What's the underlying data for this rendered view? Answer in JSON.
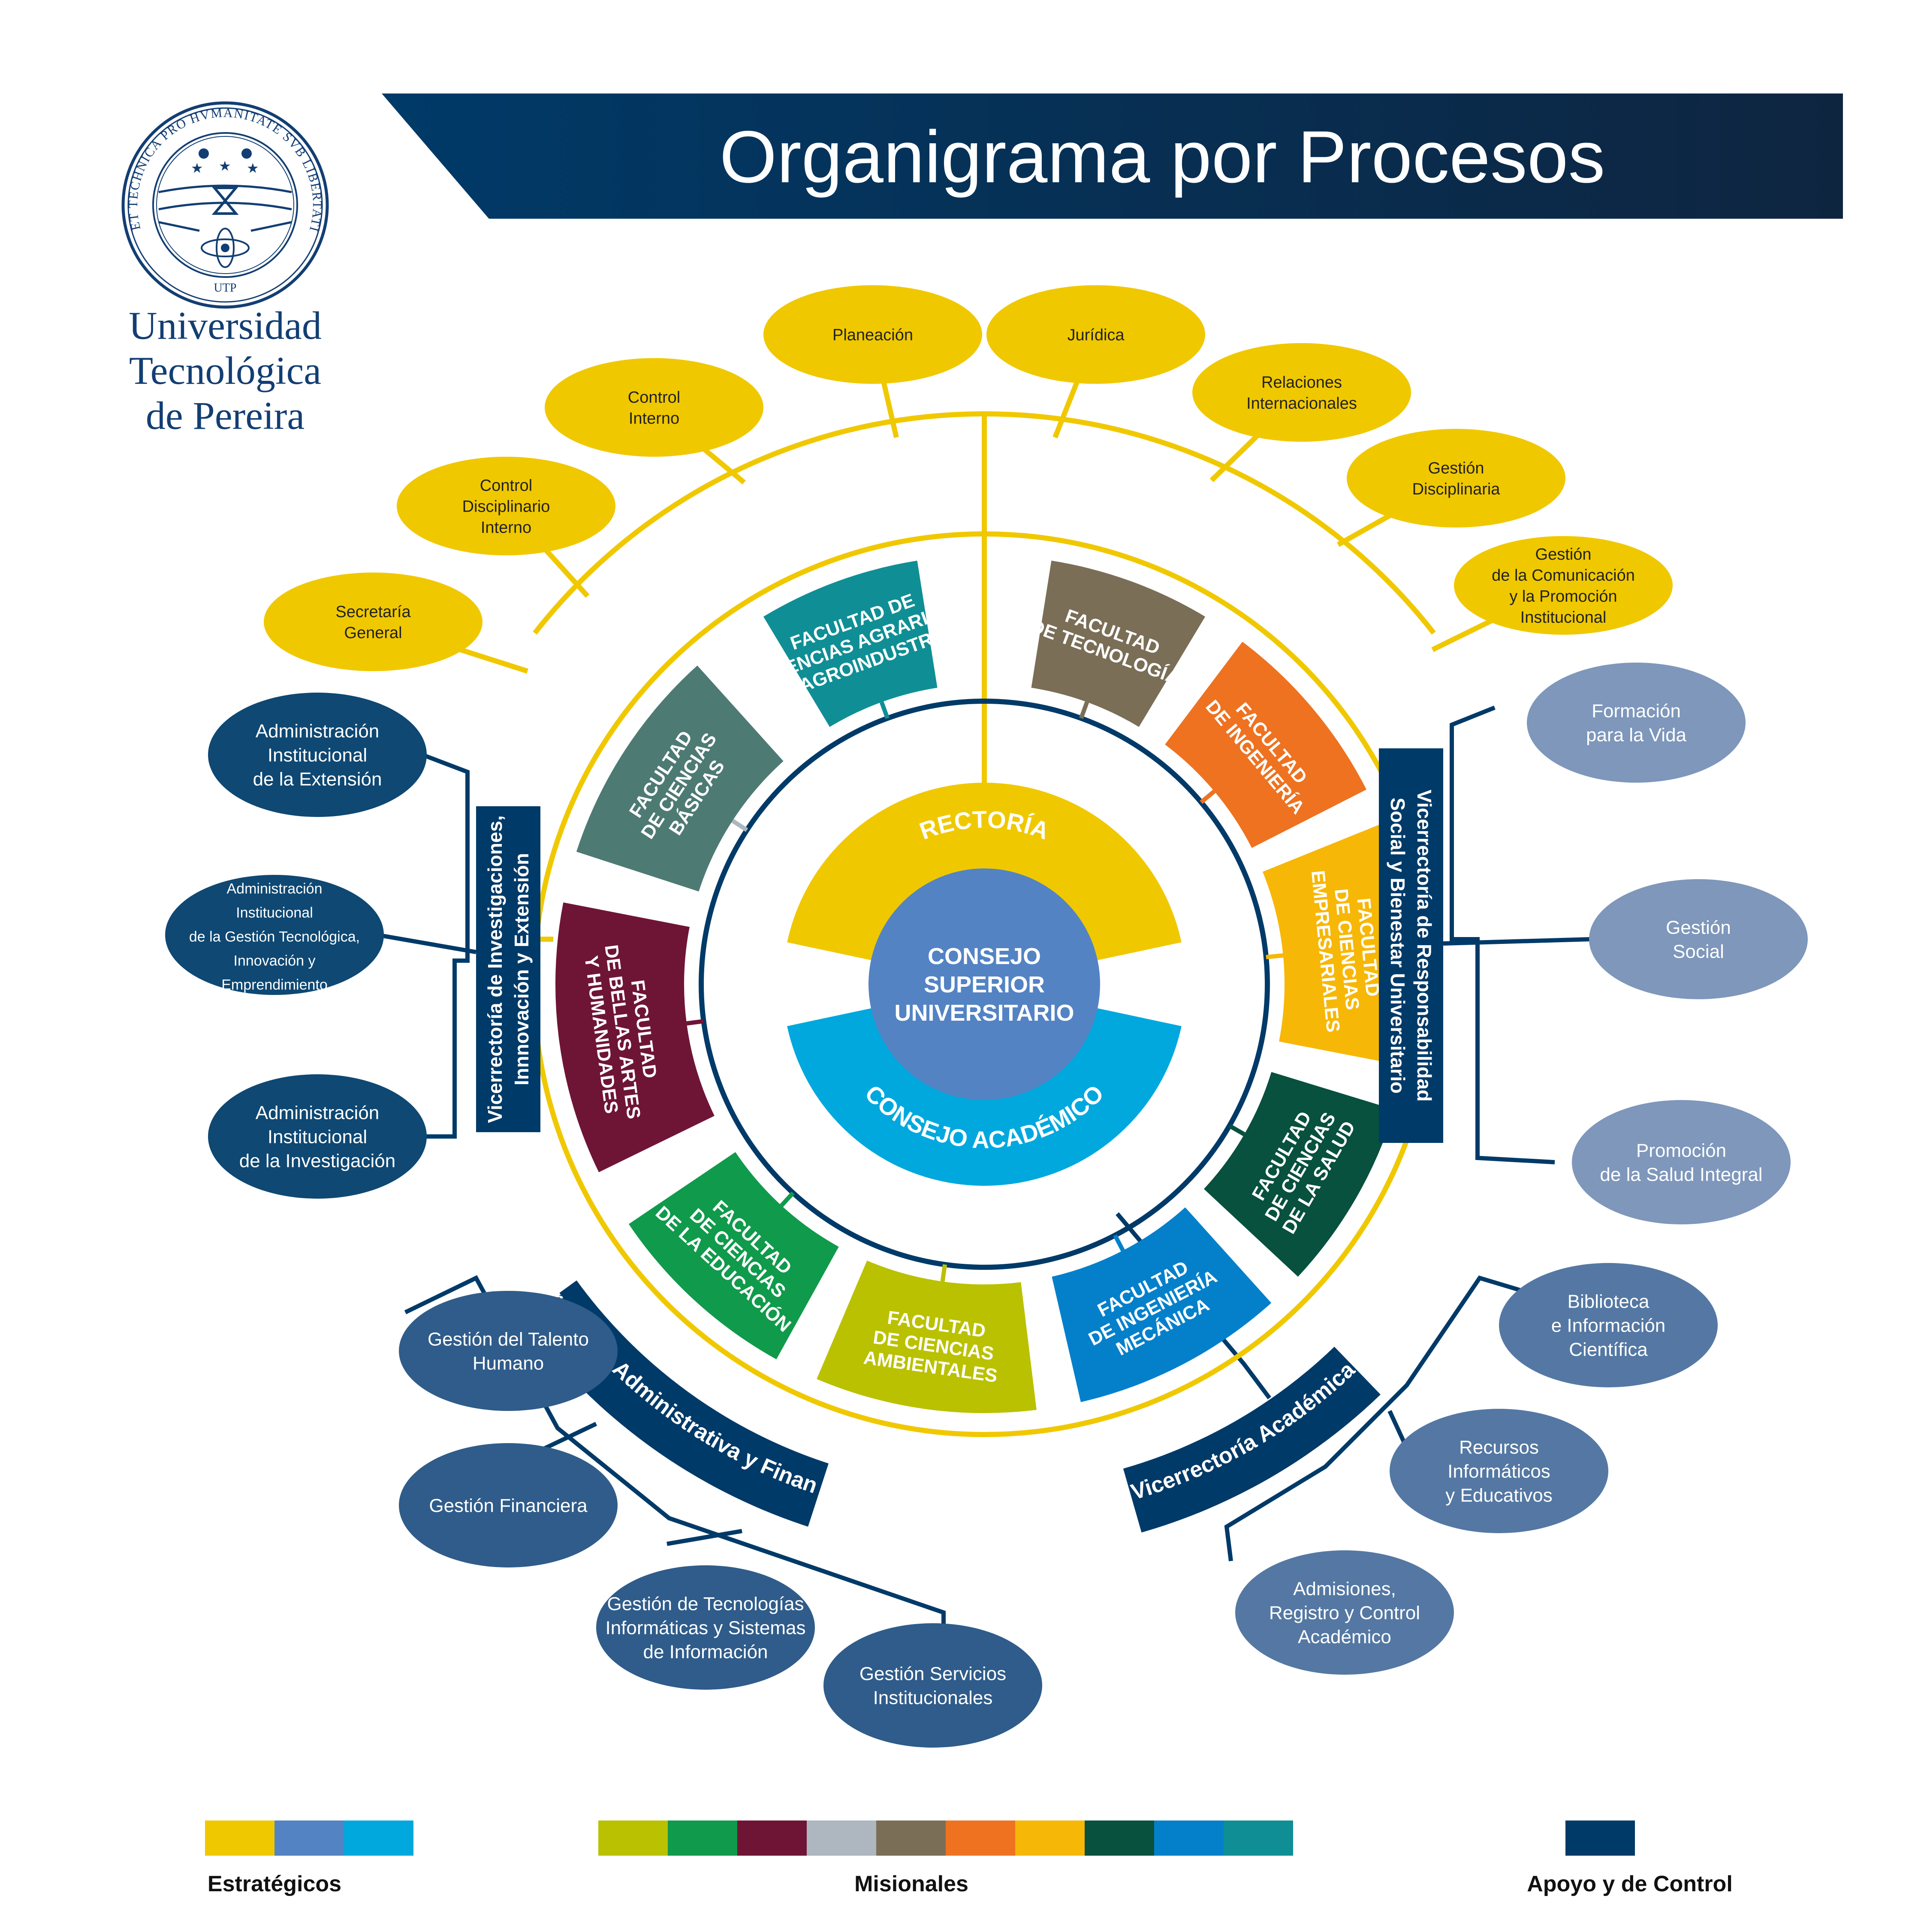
{
  "header": {
    "title": "Organigrama por Procesos",
    "logo_lines": [
      "Universidad",
      "Tecnológica",
      "de Pereira"
    ],
    "seal_text": "SCIENTIA ET TECHNICA PRO HVMANITATE SVB LIBERTATIS TVTELA",
    "seal_abbr": "UTP"
  },
  "center": {
    "consejo_superior": [
      "CONSEJO",
      "SUPERIOR",
      "UNIVERSITARIO"
    ],
    "rectoria": "RECTORÍA",
    "consejo_academico": "CONSEJO ACADÉMICO"
  },
  "faculties": [
    {
      "lines": [
        "FACULTAD DE",
        "CIENCIAS AGRARIAS",
        "Y AGROINDUSTRIA"
      ],
      "color": "#0F8F95"
    },
    {
      "lines": [
        "FACULTAD",
        "DE TECNOLOGÍA"
      ],
      "color": "#7A6E57"
    },
    {
      "lines": [
        "FACULTAD",
        "DE INGENIERÍA"
      ],
      "color": "#EE7220"
    },
    {
      "lines": [
        "FACULTAD",
        "DE CIENCIAS",
        "EMPRESARIALES"
      ],
      "color": "#F7B707"
    },
    {
      "lines": [
        "FACULTAD",
        "DE CIENCIAS",
        "DE LA SALUD"
      ],
      "color": "#07513E"
    },
    {
      "lines": [
        "FACULTAD",
        "DE INGENIERÍA",
        "MECÁNICA"
      ],
      "color": "#0480CB"
    },
    {
      "lines": [
        "FACULTAD",
        "DE CIENCIAS",
        "AMBIENTALES"
      ],
      "color": "#BAC100"
    },
    {
      "lines": [
        "FACULTAD",
        "DE CIENCIAS",
        "DE LA EDUCACIÓN"
      ],
      "color": "#109A4B"
    },
    {
      "lines": [
        "FACULTAD",
        "DE BELLAS ARTES",
        "Y HUMANIDADES"
      ],
      "color": "#6E1536"
    },
    {
      "lines": [
        "FACULTAD",
        "DE CIENCIAS",
        "BÁSICAS"
      ],
      "color": "#4E7A74"
    }
  ],
  "strategic_units": [
    {
      "lines": [
        "Secretaría",
        "General"
      ]
    },
    {
      "lines": [
        "Control",
        "Disciplinario",
        "Interno"
      ]
    },
    {
      "lines": [
        "Control",
        "Interno"
      ]
    },
    {
      "lines": [
        "Planeación"
      ]
    },
    {
      "lines": [
        "Jurídica"
      ]
    },
    {
      "lines": [
        "Relaciones",
        "Internacionales"
      ]
    },
    {
      "lines": [
        "Gestión",
        "Disciplinaria"
      ]
    },
    {
      "lines": [
        "Gestión",
        "de la Comunicación",
        "y la Promoción",
        "Institucional"
      ]
    }
  ],
  "vicerrectorias": {
    "investigaciones": {
      "lines": [
        "Vicerrectoría de Investigaciones,",
        "Innnovación y Extensión"
      ],
      "units": [
        {
          "lines": [
            "Administración",
            "Institucional",
            "de la Extensión"
          ]
        },
        {
          "lines": [
            "Administración",
            "Institucional",
            "de la Gestión Tecnológica,",
            "Innovación y",
            "Emprendimiento"
          ]
        },
        {
          "lines": [
            "Administración",
            "Institucional",
            "de la Investigación"
          ]
        }
      ]
    },
    "responsabilidad": {
      "lines": [
        "Vicerrectoría de Responsabilidad",
        "Social y Bienestar Universitario"
      ],
      "units": [
        {
          "lines": [
            "Formación",
            "para la Vida"
          ]
        },
        {
          "lines": [
            "Gestión",
            "Social"
          ]
        },
        {
          "lines": [
            "Promoción",
            "de la Salud Integral"
          ]
        }
      ]
    },
    "administrativa": {
      "label": "Vicerrectoría Administrativa y Financiera",
      "units": [
        {
          "lines": [
            "Gestión del Talento",
            "Humano"
          ]
        },
        {
          "lines": [
            "Gestión Financiera"
          ]
        },
        {
          "lines": [
            "Gestión de Tecnologías",
            "Informáticas y Sistemas",
            "de Información"
          ]
        },
        {
          "lines": [
            "Gestión Servicios",
            "Institucionales"
          ]
        }
      ]
    },
    "academica": {
      "label": "Vicerrectoría Académica",
      "units": [
        {
          "lines": [
            "Biblioteca",
            "e Información",
            "Científica"
          ]
        },
        {
          "lines": [
            "Recursos",
            "Informáticos",
            "y Educativos"
          ]
        },
        {
          "lines": [
            "Admisiones,",
            "Registro y Control",
            "Académico"
          ]
        }
      ]
    }
  },
  "legend": {
    "groups": [
      {
        "label": "Estratégicos",
        "colors": [
          "#F0C800",
          "#5383C3",
          "#00A8DE"
        ]
      },
      {
        "label": "Misionales",
        "colors": [
          "#BAC100",
          "#109A4B",
          "#6E1536",
          "#AEB6BF",
          "#7A6E57",
          "#EE7220",
          "#F7B707",
          "#07513E",
          "#0480CB",
          "#0F8F95"
        ]
      },
      {
        "label": "Apoyo y de Control",
        "colors": [
          "#003A68"
        ]
      }
    ]
  },
  "colors": {
    "navy": "#003A68",
    "yellow": "#F0C800",
    "rectoria": "#F0C800",
    "consejo_superior": "#5383C3",
    "consejo_academico": "#00A8DE",
    "dark_bubble": "#0E4873",
    "mid_bubble": "#2F5C8A",
    "light_bubble": "#7E97BB",
    "academica_bubble": "#5478A3",
    "white": "#FFFFFF"
  }
}
